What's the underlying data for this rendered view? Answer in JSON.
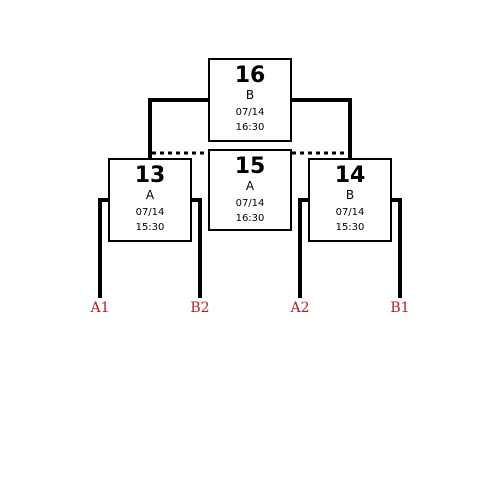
{
  "matches": [
    {
      "id": "m16",
      "number": "16",
      "court": "B",
      "date": "07/14",
      "time": "16:30"
    },
    {
      "id": "m15",
      "number": "15",
      "court": "A",
      "date": "07/14",
      "time": "16:30"
    },
    {
      "id": "m13",
      "number": "13",
      "court": "A",
      "date": "07/14",
      "time": "15:30"
    },
    {
      "id": "m14",
      "number": "14",
      "court": "B",
      "date": "07/14",
      "time": "15:30"
    }
  ],
  "seeds": [
    "A1",
    "B2",
    "A2",
    "B1"
  ],
  "colors": {
    "line": "#000000",
    "seed_text": "#b22222",
    "box_border": "#000000",
    "background": "#ffffff"
  }
}
